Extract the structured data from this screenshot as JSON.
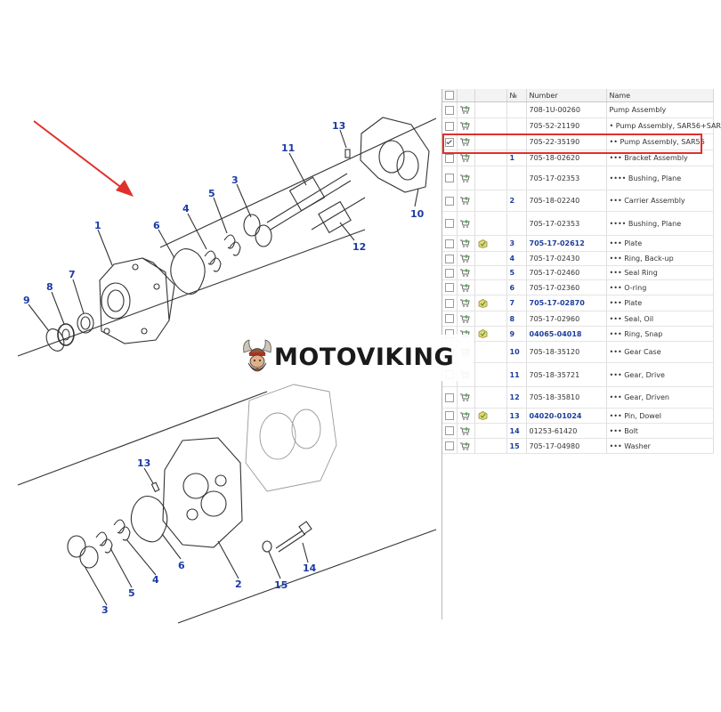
{
  "callouts_upper": [
    "1",
    "6",
    "4",
    "5",
    "3",
    "11",
    "13",
    "10",
    "12",
    "9",
    "8",
    "7"
  ],
  "callouts_lower": [
    "13",
    "2",
    "6",
    "4",
    "5",
    "3",
    "15",
    "14"
  ],
  "table": {
    "headers": [
      "",
      "",
      "",
      "№",
      "Number",
      "Name"
    ],
    "rows": [
      {
        "no": "",
        "number": "708-1U-00260",
        "name": "Pump Assembly",
        "checked": false,
        "pic": false,
        "link": false
      },
      {
        "no": "",
        "number": "705-52-21190",
        "name": "• Pump Assembly, SAR56+SAR",
        "checked": false,
        "pic": false,
        "link": false
      },
      {
        "no": "",
        "number": "705-22-35190",
        "name": "•• Pump Assembly, SAR56",
        "checked": true,
        "pic": false,
        "link": false
      },
      {
        "no": "1",
        "number": "705-18-02620",
        "name": "••• Bracket Assembly",
        "checked": false,
        "pic": false,
        "link": false
      },
      {
        "no": "",
        "number": "705-17-02353",
        "name": "•••• Bushing, Plane",
        "checked": false,
        "pic": false,
        "link": false
      },
      {
        "no": "2",
        "number": "705-18-02240",
        "name": "••• Carrier Assembly",
        "checked": false,
        "pic": false,
        "link": false
      },
      {
        "no": "",
        "number": "705-17-02353",
        "name": "•••• Bushing, Plane",
        "checked": false,
        "pic": false,
        "link": false
      },
      {
        "no": "3",
        "number": "705-17-02612",
        "name": "••• Plate",
        "checked": false,
        "pic": true,
        "link": true
      },
      {
        "no": "4",
        "number": "705-17-02430",
        "name": "••• Ring, Back-up",
        "checked": false,
        "pic": false,
        "link": false
      },
      {
        "no": "5",
        "number": "705-17-02460",
        "name": "••• Seal Ring",
        "checked": false,
        "pic": false,
        "link": false
      },
      {
        "no": "6",
        "number": "705-17-02360",
        "name": "••• O-ring",
        "checked": false,
        "pic": false,
        "link": false
      },
      {
        "no": "7",
        "number": "705-17-02870",
        "name": "••• Plate",
        "checked": false,
        "pic": true,
        "link": true
      },
      {
        "no": "8",
        "number": "705-17-02960",
        "name": "••• Seal, Oil",
        "checked": false,
        "pic": false,
        "link": false
      },
      {
        "no": "9",
        "number": "04065-04018",
        "name": "••• Ring, Snap",
        "checked": false,
        "pic": true,
        "link": true
      },
      {
        "no": "10",
        "number": "705-18-35120",
        "name": "••• Gear Case",
        "checked": false,
        "pic": false,
        "link": false
      },
      {
        "no": "11",
        "number": "705-18-35721",
        "name": "••• Gear, Drive",
        "checked": false,
        "pic": false,
        "link": false
      },
      {
        "no": "12",
        "number": "705-18-35810",
        "name": "••• Gear, Driven",
        "checked": false,
        "pic": false,
        "link": false
      },
      {
        "no": "13",
        "number": "04020-01024",
        "name": "••• Pin, Dowel",
        "checked": false,
        "pic": true,
        "link": true
      },
      {
        "no": "14",
        "number": "01253-61420",
        "name": "••• Bolt",
        "checked": false,
        "pic": false,
        "link": false
      },
      {
        "no": "15",
        "number": "705-17-04980",
        "name": "••• Washer",
        "checked": false,
        "pic": false,
        "link": false
      }
    ]
  },
  "watermark": {
    "text": "MOTOVIKING"
  },
  "colors": {
    "callout": "#1c3aa6",
    "highlight": "#e0302c",
    "arrow": "#e0302c",
    "line": "#333333"
  }
}
